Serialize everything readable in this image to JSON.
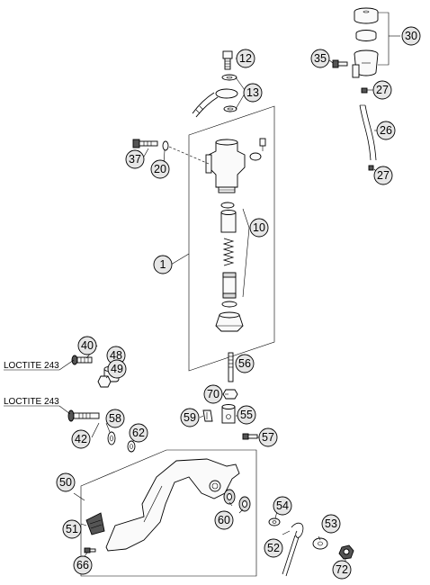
{
  "callouts": {
    "c30": "30",
    "c12": "12",
    "c35": "35",
    "c13": "13",
    "c27a": "27",
    "c26": "26",
    "c27b": "27",
    "c37": "37",
    "c20": "20",
    "c10": "10",
    "c1": "1",
    "c40": "40",
    "c48": "48",
    "c49": "49",
    "c56": "56",
    "c70": "70",
    "c59": "59",
    "c55": "55",
    "c57": "57",
    "c42": "42",
    "c58": "58",
    "c62": "62",
    "c50": "50",
    "c51": "51",
    "c60": "60",
    "c54": "54",
    "c53": "53",
    "c52": "52",
    "c66": "66",
    "c72": "72"
  },
  "labels": {
    "loctite_1": "LOCTITE 243",
    "loctite_2": "LOCTITE 243"
  }
}
